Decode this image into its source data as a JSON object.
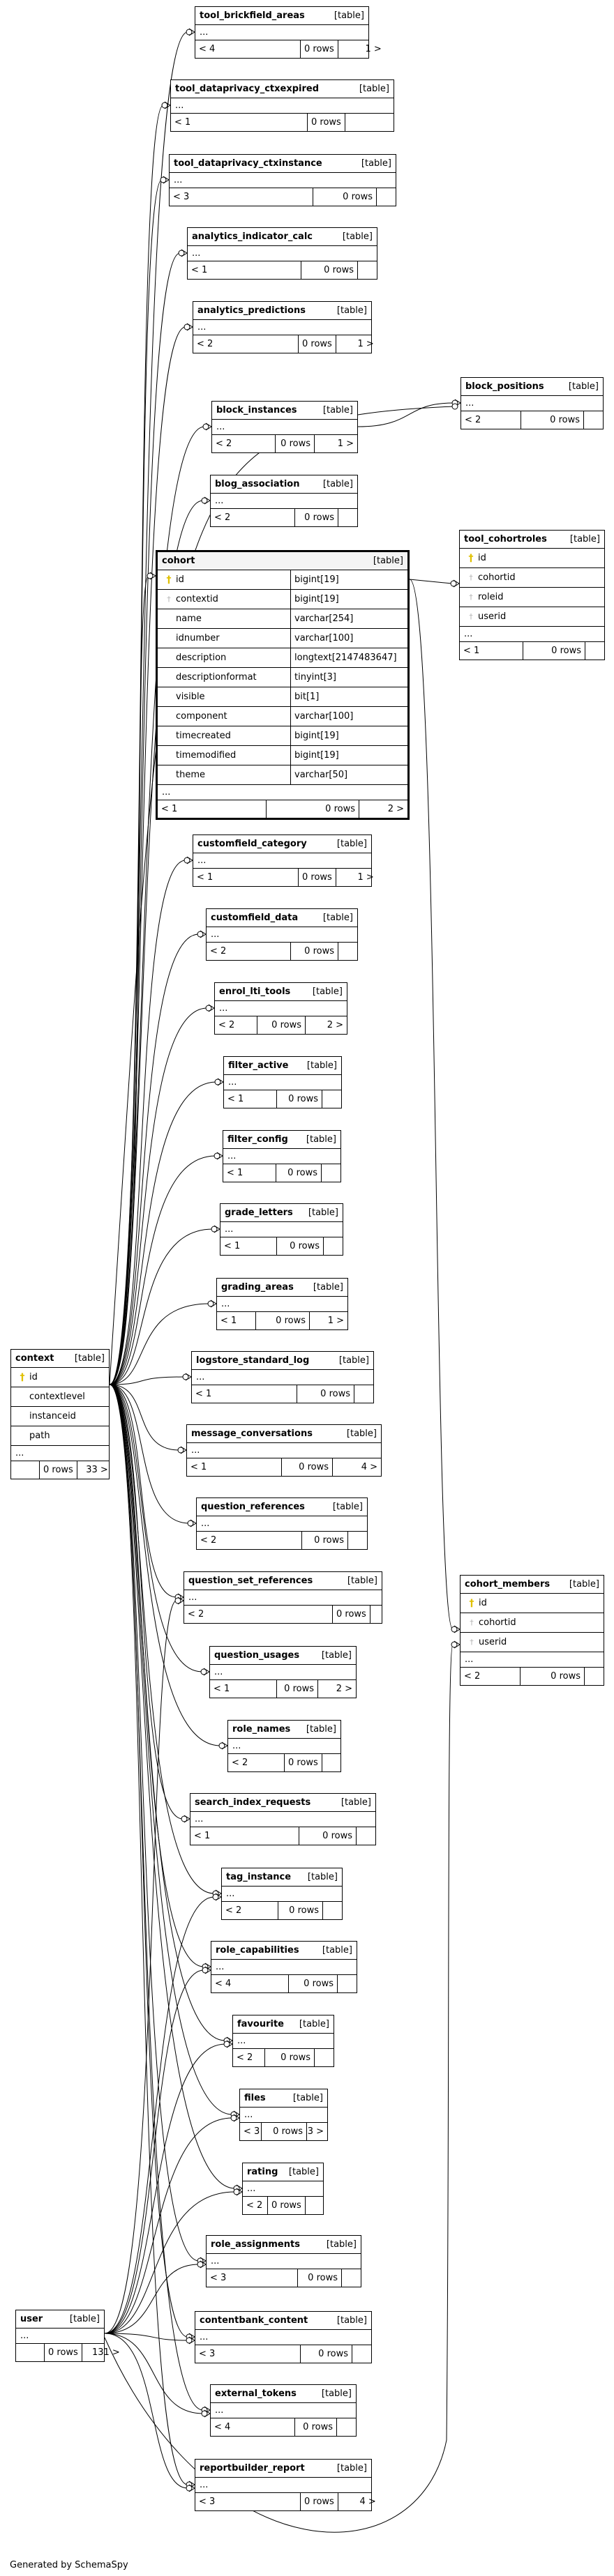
{
  "footer_text": "Generated by SchemaSpy",
  "table_tag": "[table]",
  "ellipsis": "...",
  "tables": [
    {
      "id": "tool_brickfield_areas",
      "name": "tool_brickfield_areas",
      "parents": "< 4",
      "rows": "0 rows",
      "children": "1 >",
      "columns": []
    },
    {
      "id": "tool_dataprivacy_ctxexpired",
      "name": "tool_dataprivacy_ctxexpired",
      "parents": "< 1",
      "rows": "0 rows",
      "children": "",
      "columns": []
    },
    {
      "id": "tool_dataprivacy_ctxinstance",
      "name": "tool_dataprivacy_ctxinstance",
      "parents": "< 3",
      "rows": "0 rows",
      "children": "",
      "columns": []
    },
    {
      "id": "analytics_indicator_calc",
      "name": "analytics_indicator_calc",
      "parents": "< 1",
      "rows": "0 rows",
      "children": "",
      "columns": []
    },
    {
      "id": "analytics_predictions",
      "name": "analytics_predictions",
      "parents": "< 2",
      "rows": "0 rows",
      "children": "1 >",
      "columns": []
    },
    {
      "id": "block_positions",
      "name": "block_positions",
      "parents": "< 2",
      "rows": "0 rows",
      "children": "",
      "columns": []
    },
    {
      "id": "block_instances",
      "name": "block_instances",
      "parents": "< 2",
      "rows": "0 rows",
      "children": "1 >",
      "columns": []
    },
    {
      "id": "blog_association",
      "name": "blog_association",
      "parents": "< 2",
      "rows": "0 rows",
      "children": "",
      "columns": []
    },
    {
      "id": "cohort",
      "name": "cohort",
      "parents": "< 1",
      "rows": "0 rows",
      "children": "2 >",
      "columns": [
        {
          "icon": "pk",
          "name": "id",
          "type": "bigint[19]"
        },
        {
          "icon": "fk",
          "name": "contextid",
          "type": "bigint[19]"
        },
        {
          "icon": "",
          "name": "name",
          "type": "varchar[254]"
        },
        {
          "icon": "",
          "name": "idnumber",
          "type": "varchar[100]"
        },
        {
          "icon": "",
          "name": "description",
          "type": "longtext[2147483647]"
        },
        {
          "icon": "",
          "name": "descriptionformat",
          "type": "tinyint[3]"
        },
        {
          "icon": "",
          "name": "visible",
          "type": "bit[1]"
        },
        {
          "icon": "",
          "name": "component",
          "type": "varchar[100]"
        },
        {
          "icon": "",
          "name": "timecreated",
          "type": "bigint[19]"
        },
        {
          "icon": "",
          "name": "timemodified",
          "type": "bigint[19]"
        },
        {
          "icon": "",
          "name": "theme",
          "type": "varchar[50]"
        }
      ]
    },
    {
      "id": "tool_cohortroles",
      "name": "tool_cohortroles",
      "parents": "< 1",
      "rows": "0 rows",
      "children": "",
      "columns": [
        {
          "icon": "pk",
          "name": "id"
        },
        {
          "icon": "fk",
          "name": "cohortid"
        },
        {
          "icon": "fk",
          "name": "roleid"
        },
        {
          "icon": "fk",
          "name": "userid"
        }
      ]
    },
    {
      "id": "customfield_category",
      "name": "customfield_category",
      "parents": "< 1",
      "rows": "0 rows",
      "children": "1 >",
      "columns": []
    },
    {
      "id": "customfield_data",
      "name": "customfield_data",
      "parents": "< 2",
      "rows": "0 rows",
      "children": "",
      "columns": []
    },
    {
      "id": "enrol_lti_tools",
      "name": "enrol_lti_tools",
      "parents": "< 2",
      "rows": "0 rows",
      "children": "2 >",
      "columns": []
    },
    {
      "id": "filter_active",
      "name": "filter_active",
      "parents": "< 1",
      "rows": "0 rows",
      "children": "",
      "columns": []
    },
    {
      "id": "filter_config",
      "name": "filter_config",
      "parents": "< 1",
      "rows": "0 rows",
      "children": "",
      "columns": []
    },
    {
      "id": "grade_letters",
      "name": "grade_letters",
      "parents": "< 1",
      "rows": "0 rows",
      "children": "",
      "columns": []
    },
    {
      "id": "grading_areas",
      "name": "grading_areas",
      "parents": "< 1",
      "rows": "0 rows",
      "children": "1 >",
      "columns": []
    },
    {
      "id": "logstore_standard_log",
      "name": "logstore_standard_log",
      "parents": "< 1",
      "rows": "0 rows",
      "children": "",
      "columns": []
    },
    {
      "id": "message_conversations",
      "name": "message_conversations",
      "parents": "< 1",
      "rows": "0 rows",
      "children": "4 >",
      "columns": []
    },
    {
      "id": "context",
      "name": "context",
      "parents": "",
      "rows": "0 rows",
      "children": "33 >",
      "columns": [
        {
          "icon": "pk",
          "name": "id"
        },
        {
          "icon": "",
          "name": "contextlevel"
        },
        {
          "icon": "",
          "name": "instanceid"
        },
        {
          "icon": "",
          "name": "path"
        }
      ]
    },
    {
      "id": "question_references",
      "name": "question_references",
      "parents": "< 2",
      "rows": "0 rows",
      "children": "",
      "columns": []
    },
    {
      "id": "question_set_references",
      "name": "question_set_references",
      "parents": "< 2",
      "rows": "0 rows",
      "children": "",
      "columns": []
    },
    {
      "id": "cohort_members",
      "name": "cohort_members",
      "parents": "< 2",
      "rows": "0 rows",
      "children": "",
      "columns": [
        {
          "icon": "pk",
          "name": "id"
        },
        {
          "icon": "fk",
          "name": "cohortid"
        },
        {
          "icon": "fk",
          "name": "userid"
        }
      ]
    },
    {
      "id": "question_usages",
      "name": "question_usages",
      "parents": "< 1",
      "rows": "0 rows",
      "children": "2 >",
      "columns": []
    },
    {
      "id": "role_names",
      "name": "role_names",
      "parents": "< 2",
      "rows": "0 rows",
      "children": "",
      "columns": []
    },
    {
      "id": "search_index_requests",
      "name": "search_index_requests",
      "parents": "< 1",
      "rows": "0 rows",
      "children": "",
      "columns": []
    },
    {
      "id": "tag_instance",
      "name": "tag_instance",
      "parents": "< 2",
      "rows": "0 rows",
      "children": "",
      "columns": []
    },
    {
      "id": "role_capabilities",
      "name": "role_capabilities",
      "parents": "< 4",
      "rows": "0 rows",
      "children": "",
      "columns": []
    },
    {
      "id": "favourite",
      "name": "favourite",
      "parents": "< 2",
      "rows": "0 rows",
      "children": "",
      "columns": []
    },
    {
      "id": "files",
      "name": "files",
      "parents": "< 3",
      "rows": "0 rows",
      "children": "3 >",
      "columns": []
    },
    {
      "id": "rating",
      "name": "rating",
      "parents": "< 2",
      "rows": "0 rows",
      "children": "",
      "columns": []
    },
    {
      "id": "role_assignments",
      "name": "role_assignments",
      "parents": "< 3",
      "rows": "0 rows",
      "children": "",
      "columns": []
    },
    {
      "id": "user",
      "name": "user",
      "parents": "",
      "rows": "0 rows",
      "children": "131 >",
      "columns": []
    },
    {
      "id": "contentbank_content",
      "name": "contentbank_content",
      "parents": "< 3",
      "rows": "0 rows",
      "children": "",
      "columns": []
    },
    {
      "id": "external_tokens",
      "name": "external_tokens",
      "parents": "< 4",
      "rows": "0 rows",
      "children": "",
      "columns": []
    },
    {
      "id": "reportbuilder_report",
      "name": "reportbuilder_report",
      "parents": "< 3",
      "rows": "0 rows",
      "children": "4 >",
      "columns": []
    }
  ]
}
